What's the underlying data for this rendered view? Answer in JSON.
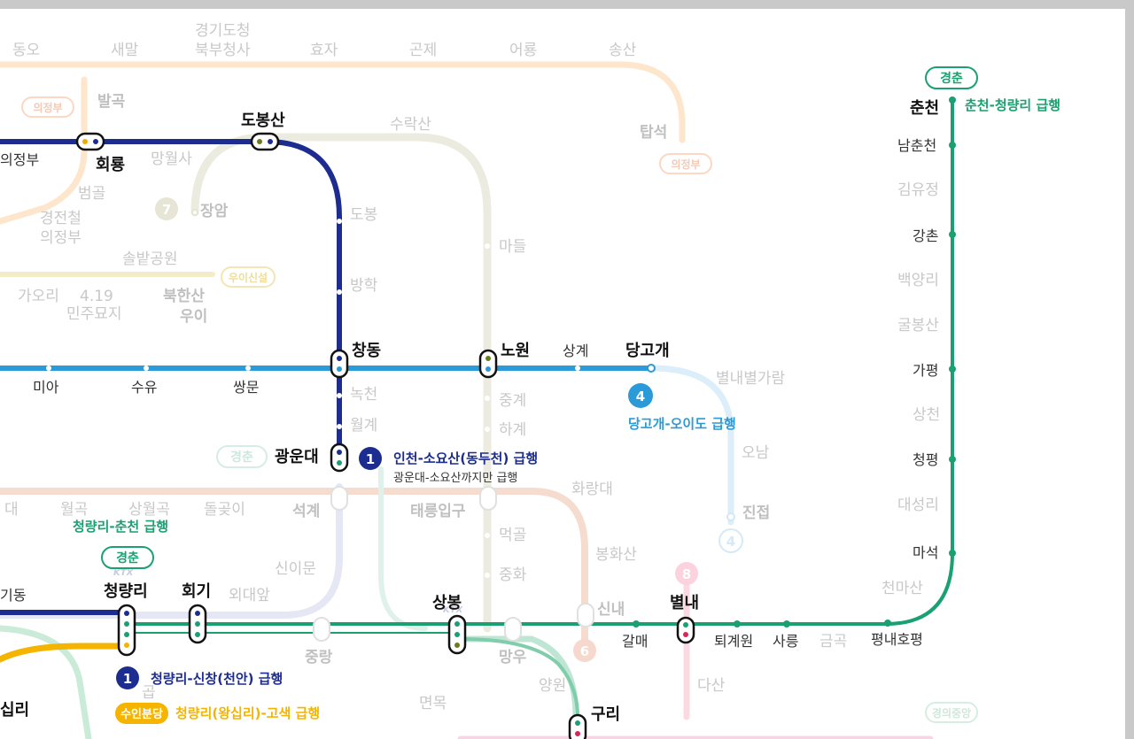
{
  "colors": {
    "line1": "#1d2d8f",
    "line4": "#2b9ad8",
    "gyeongchun": "#1aa071",
    "suin_bundang": "#f4b400",
    "faded_line": "#e8e6d6"
  },
  "active_stations": {
    "dobongsan": "도봉산",
    "hoeryong": "회룡",
    "changdong": "창동",
    "nowon": "노원",
    "danggogae": "당고개",
    "gwangundae": "광운대",
    "cheongnyangni": "청량리",
    "hoegi": "회기",
    "sangbong": "상봉",
    "byeollae": "별내",
    "guri": "구리",
    "chuncheon": "춘천",
    "wangsimni_partial": "십리"
  },
  "stations": {
    "uijeongbu_partial": "의정부",
    "mia": "미아",
    "suyu": "수유",
    "ssangmun": "쌍문",
    "sanggye": "상계",
    "galmae": "갈매",
    "toegyewon": "퇴계원",
    "sareung": "사릉",
    "pyeongnaehopyeong": "평내호평",
    "namchuncheon": "남춘천",
    "gangchon": "강촌",
    "gapyeong": "가평",
    "cheongpyeong": "청평",
    "maseok": "마석",
    "hoegidong_partial": "기동"
  },
  "faded_stations": {
    "dongo": "동오",
    "saemal": "새말",
    "gyeonggi1": "경기도청",
    "gyeonggi2": "북부청사",
    "hyoja": "효자",
    "gonje": "곤제",
    "eoryong": "어룡",
    "songsan": "송산",
    "balgok": "발곡",
    "suraksan": "수락산",
    "tapseok": "탑석",
    "mangwolsa": "망월사",
    "beomgol": "범골",
    "gyeongjeon1": "경전철",
    "gyeongjeon2": "의정부",
    "jangam": "장암",
    "dobong": "도봉",
    "madeul": "마들",
    "solbat": "솔밭공원",
    "gaori": "가오리",
    "minju1": "4.19",
    "minju2": "민주묘지",
    "bukhansan1": "북한산",
    "bukhansan2": "우이",
    "banghak": "방학",
    "byeollaebyeol": "별내별가람",
    "nokcheon": "녹천",
    "junggye": "중계",
    "wolgye": "월계",
    "hagye": "하계",
    "onam": "오남",
    "jinjeop": "진접",
    "hwarangdae": "화랑대",
    "taereung": "태릉입구",
    "seokgye": "석계",
    "dolgoji": "돌곶이",
    "sawolgok": "상월곡",
    "wolgok": "월곡",
    "gildae": "대",
    "meokgol": "먹골",
    "bonghwasan": "봉화산",
    "sinimun": "신이문",
    "junghwa": "중화",
    "oedae": "외대앞",
    "sinnae": "신내",
    "junghwang": "중랑",
    "mangu": "망우",
    "geumgok": "금곡",
    "cheonmasan": "천마산",
    "daeseongri": "대성리",
    "sangcheon": "상천",
    "gulbongsan": "굴봉산",
    "baegyangri": "백양리",
    "gimyujeong": "김유정",
    "yangwon": "양원",
    "myeonmok": "면목",
    "dasan": "다산",
    "hoegi_small": "곱"
  },
  "badges": {
    "gyeongchun_top": "경춘",
    "gyeongchun_mid": "경춘",
    "gyeongchun_faded": "경춘",
    "suin_bundang": "수인분당",
    "uijeongbu_faded1": "의정부",
    "uijeongbu_faded2": "의정부",
    "ui_sinseol": "우이신설",
    "gyeongui": "경의중앙",
    "line4_num": "4",
    "line1_num_a": "1",
    "line1_num_b": "1",
    "line7_num": "7",
    "line8_num": "8",
    "line6_num": "6",
    "line4_faded": "4"
  },
  "express_labels": {
    "chuncheon_cheongnyangni": "춘천-청량리 급행",
    "danggogae_oido": "당고개-오이도 급행",
    "incheon_soyosan": "인천-소요산(동두천) 급행",
    "gwangundae_note": "광운대-소요산까지만 급행",
    "cheongnyangni_chuncheon": "청량리-춘천 급행",
    "cheongnyangni_sinchang": "청량리-신창(천안) 급행",
    "cheongnyangni_gosaek": "청량리(왕십리)-고색 급행"
  },
  "korail_mark": "KTX"
}
